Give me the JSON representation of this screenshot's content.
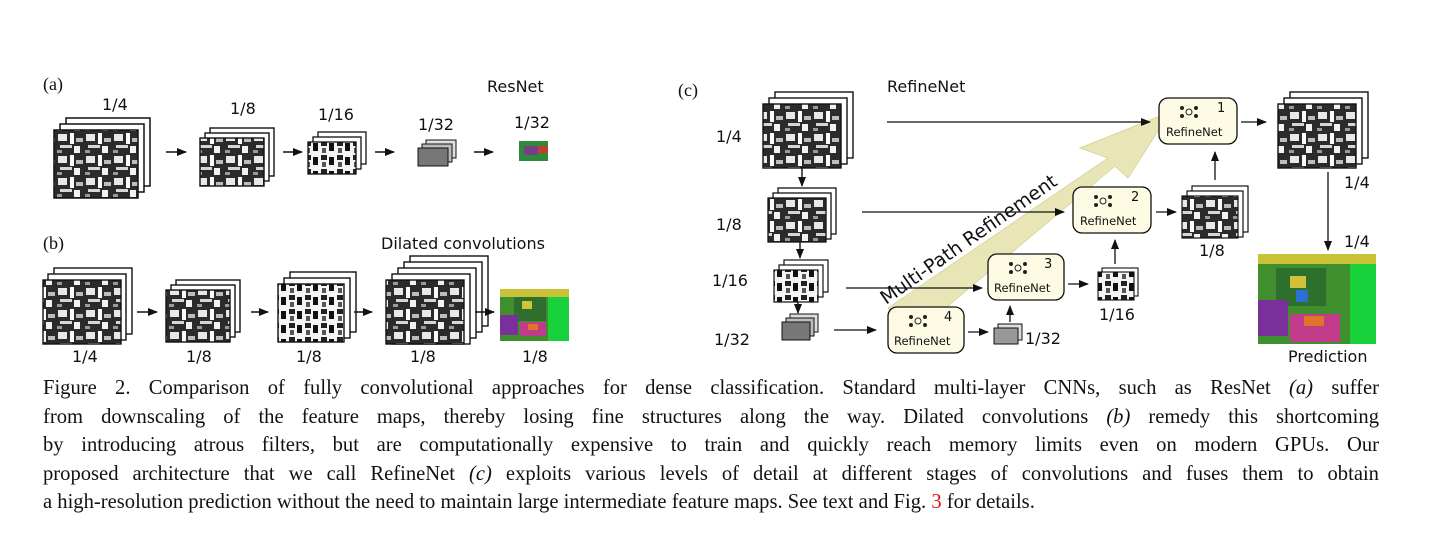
{
  "panels": {
    "a": {
      "label": "(a)",
      "title": "ResNet",
      "scales": [
        "1/4",
        "1/8",
        "1/16",
        "1/32",
        "1/32"
      ]
    },
    "b": {
      "label": "(b)",
      "title": "Dilated convolutions",
      "scales": [
        "1/4",
        "1/8",
        "1/8",
        "1/8",
        "1/8"
      ]
    },
    "c": {
      "label": "(c)",
      "title": "RefineNet",
      "left_scales": [
        "1/4",
        "1/8",
        "1/16",
        "1/32"
      ],
      "block_label": "RefineNet",
      "block_numbers": [
        "1",
        "2",
        "3",
        "4"
      ],
      "arrow_text": "Multi-Path Refinement",
      "out_scales": [
        "1/32",
        "1/16",
        "1/8",
        "1/4",
        "1/4"
      ],
      "prediction_label": "Prediction"
    }
  },
  "caption": {
    "l1_a": "Figure 2. Comparison of fully convolutional approaches for dense classification.  Standard multi-layer CNNs, such as ResNet ",
    "l1_i": "(a)",
    "l1_b": " suffer",
    "l2_a": "from downscaling of the feature maps, thereby losing fine structures along the way.  Dilated convolutions ",
    "l2_i": "(b)",
    "l2_b": " remedy this shortcoming",
    "l3": "by introducing atrous filters, but are computationally expensive to train and quickly reach memory limits even on modern GPUs.  Our",
    "l4_a": "proposed architecture that we call RefineNet ",
    "l4_i": "(c)",
    "l4_b": " exploits various levels of detail at different stages of convolutions and fuses them to obtain",
    "l5_a": "a high-resolution prediction without the need to maintain large intermediate feature maps. See text and Fig. ",
    "l5_ref": "3",
    "l5_b": " for details."
  },
  "colors": {
    "refinenet_block_fill": "#fdfbe3",
    "refinement_arrow": "#e8e6b6",
    "reference_link": "#dd1111"
  }
}
